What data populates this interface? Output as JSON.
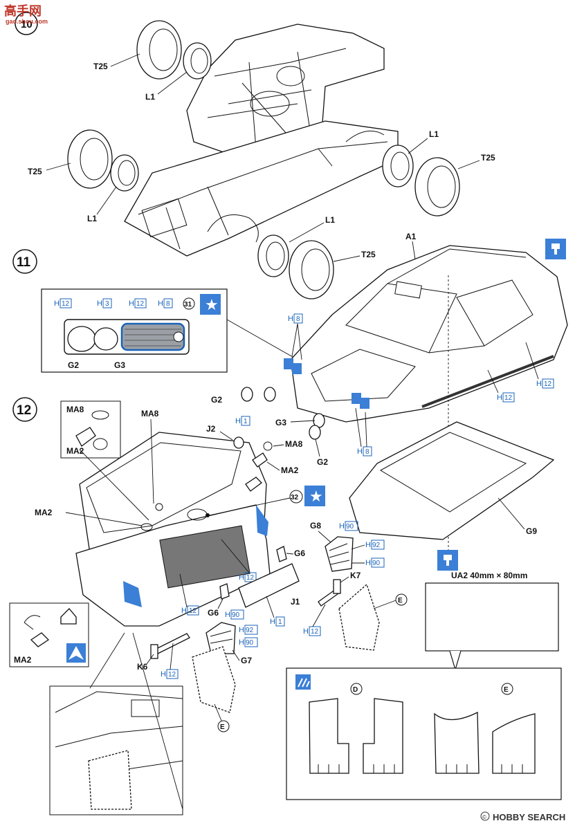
{
  "watermark": {
    "title": "高手网",
    "url": "gao.shou.com"
  },
  "steps": [
    "10",
    "11",
    "12"
  ],
  "step10": {
    "labels": [
      "T25",
      "L1",
      "T25",
      "L1",
      "L1",
      "T25",
      "L1",
      "T25"
    ]
  },
  "step11": {
    "body_label": "A1",
    "grille_panel": {
      "codes": [
        "12",
        "3",
        "12",
        "8"
      ],
      "num": "31",
      "parts": [
        "G2",
        "G3"
      ]
    },
    "codes": [
      "8",
      "12",
      "12",
      "8"
    ],
    "parts": [
      "G2",
      "G3",
      "G2",
      "G9"
    ]
  },
  "step12": {
    "labels": [
      "MA8",
      "MA2",
      "MA8",
      "J2",
      "MA8",
      "MA2",
      "MA2",
      "G8",
      "G6",
      "G6",
      "J1",
      "K7",
      "K6",
      "G7",
      "MA2"
    ],
    "codes": [
      "1",
      "90",
      "92",
      "90",
      "12",
      "12",
      "90",
      "92",
      "90",
      "12",
      "12",
      "1"
    ],
    "num": "32",
    "decal_letters": [
      "E",
      "E"
    ]
  },
  "decal_sheet": {
    "title": "UA2  40mm × 80mm",
    "labels": [
      "D",
      "E"
    ]
  },
  "footer": "HOBBY SEARCH",
  "footer_copy": "©"
}
